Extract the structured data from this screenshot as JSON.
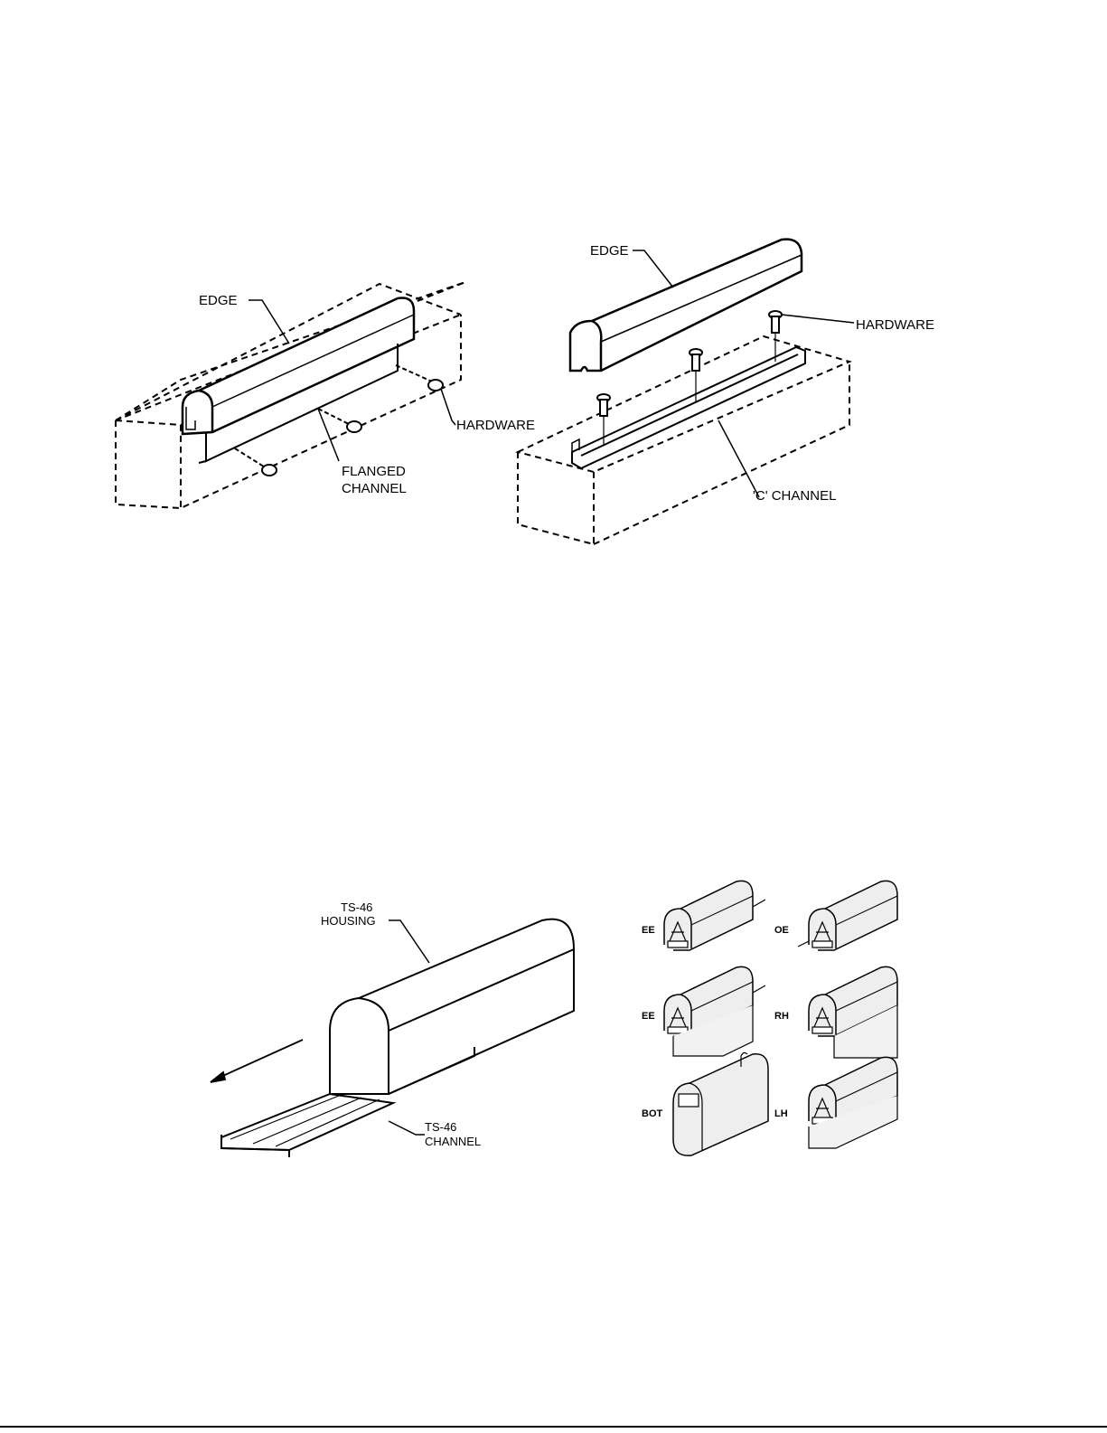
{
  "top_left": {
    "edge_label": "EDGE",
    "hardware_label": "HARDWARE",
    "channel_label_line1": "FLANGED",
    "channel_label_line2": "CHANNEL"
  },
  "top_right": {
    "edge_label": "EDGE",
    "hardware_label": "HARDWARE",
    "channel_label": "'C' CHANNEL"
  },
  "bottom_left": {
    "housing_label_line1": "TS-46",
    "housing_label_line2": "HOUSING",
    "channel_label_line1": "TS-46",
    "channel_label_line2": "CHANNEL"
  },
  "bottom_right": {
    "variants": [
      "EE",
      "OE",
      "EE",
      "RH",
      "BOT",
      "LH"
    ]
  }
}
